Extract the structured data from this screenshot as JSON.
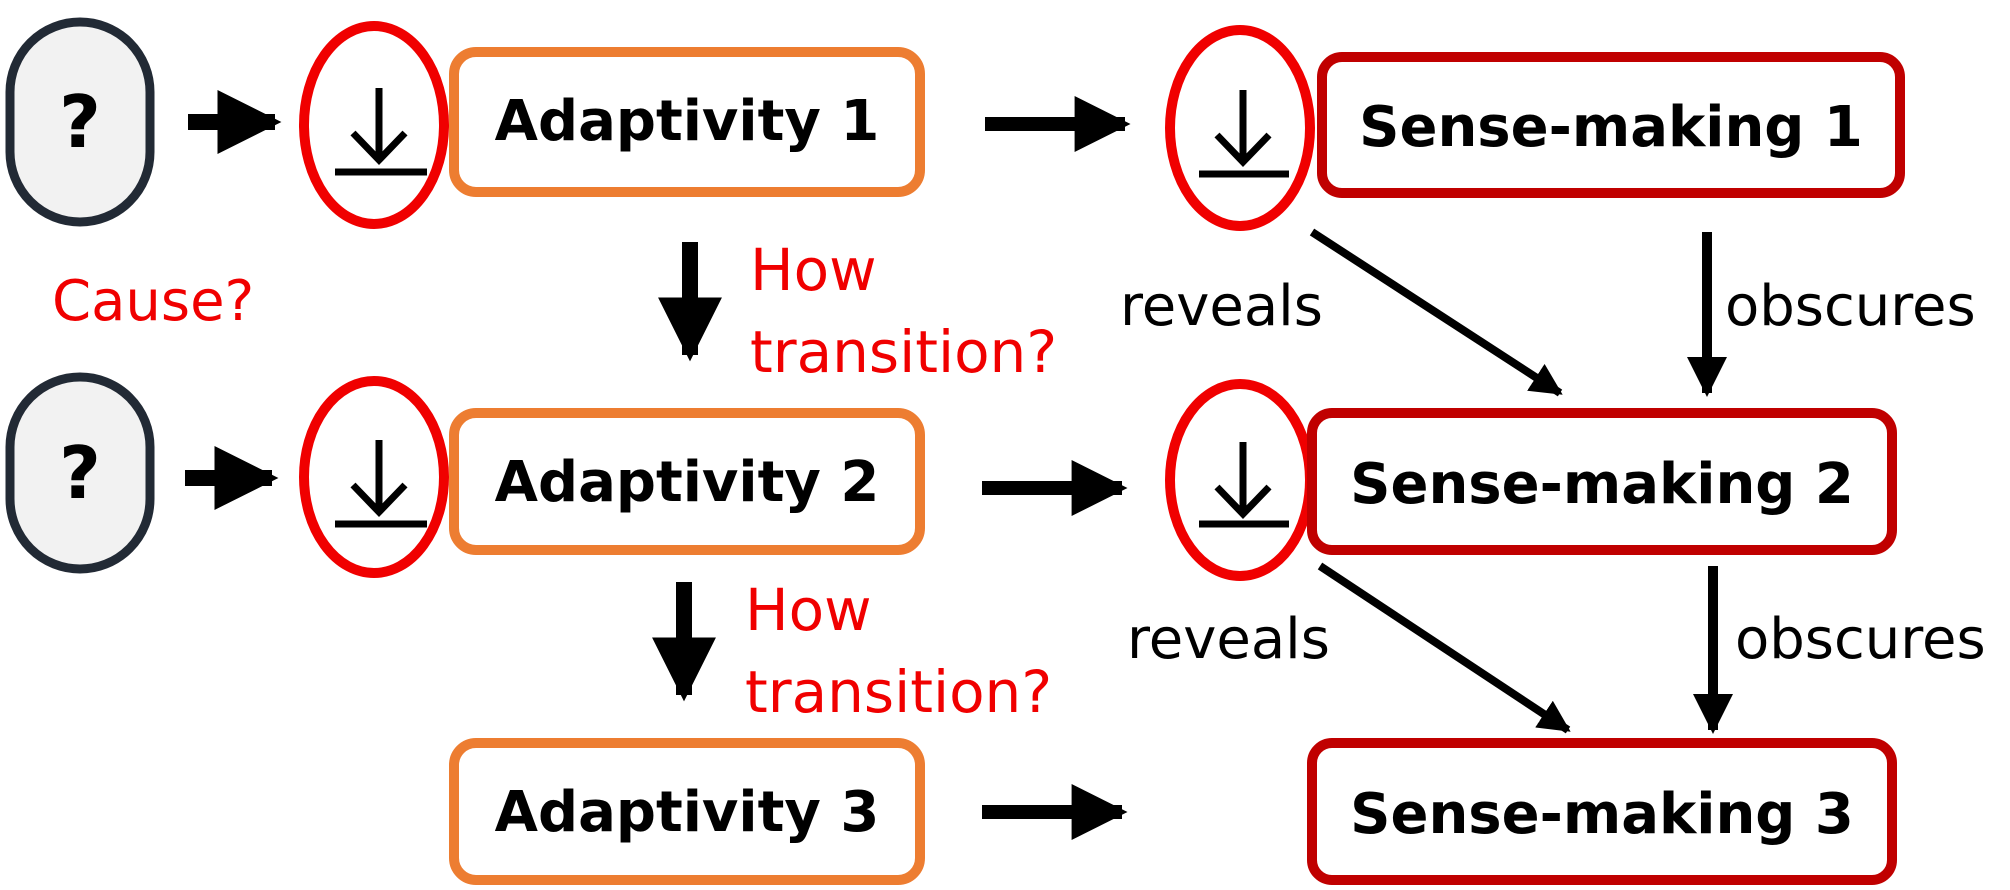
{
  "colors": {
    "adaptivity_border": "#ED7D31",
    "sensemaking_border": "#C00000",
    "marker_border": "#F00000",
    "question_border": "#222A35",
    "question_fill": "#F2F2F2",
    "red_text": "#F00000",
    "arrow": "#000000"
  },
  "cause_row_1": {
    "symbol": "?"
  },
  "cause_row_2": {
    "symbol": "?"
  },
  "cause_label": "Cause?",
  "adaptivity": [
    {
      "label": "Adaptivity 1"
    },
    {
      "label": "Adaptivity 2"
    },
    {
      "label": "Adaptivity 3"
    }
  ],
  "sensemaking": [
    {
      "label": "Sense-making 1"
    },
    {
      "label": "Sense-making 2"
    },
    {
      "label": "Sense-making 3"
    }
  ],
  "transition_1": {
    "line1": "How",
    "line2": "transition?"
  },
  "transition_2": {
    "line1": "How",
    "line2": "transition?"
  },
  "reveals_1": "reveals",
  "reveals_2": "reveals",
  "obscures_1": "obscures",
  "obscures_2": "obscures",
  "marker_icons": [
    "download-icon",
    "download-icon",
    "download-icon",
    "download-icon"
  ]
}
